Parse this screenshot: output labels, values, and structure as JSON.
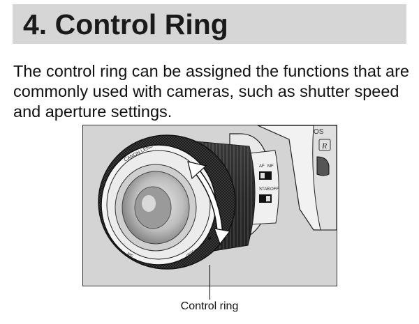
{
  "section": {
    "title": "4. Control Ring"
  },
  "body_text": "The control ring can be assigned the functions that are commonly used with cameras, such as shutter speed and aperture settings.",
  "figure": {
    "callout_label": "Control ring",
    "lens_markings": {
      "brand": "CANON LENS",
      "mount": "RF",
      "model": "Ø35mm"
    },
    "switch_labels": [
      "AF",
      "MF",
      "STAB",
      "OFF"
    ],
    "camera_markings": [
      "OS",
      "R"
    ]
  },
  "colors": {
    "header_band": "#d6d6d6",
    "figure_background": "#d4d4d4",
    "arrow": "#ffffff"
  }
}
